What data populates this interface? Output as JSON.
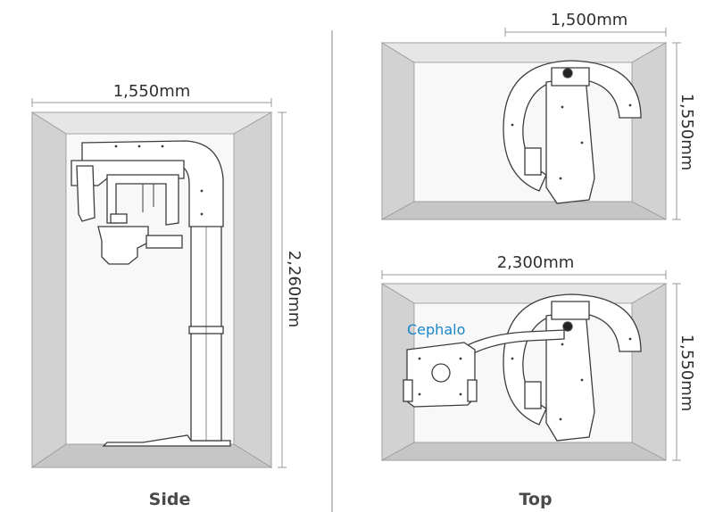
{
  "side_view": {
    "label": "Side",
    "width_dimension": "1,550mm",
    "height_dimension": "2,260mm"
  },
  "top_view": {
    "label": "Top",
    "standard_width_dimension": "1,500mm",
    "standard_depth_dimension": "1,550mm",
    "ceph_width_dimension": "2,300mm",
    "ceph_depth_dimension": "1,550mm",
    "cephalo_label": "Cephalo"
  },
  "colors": {
    "room_floor": "#c9c9c9",
    "room_wall": "#e4e4e4",
    "room_inner": "#f7f7f7",
    "outline": "#5a5a5a",
    "callout_blue": "#1a86c8"
  }
}
